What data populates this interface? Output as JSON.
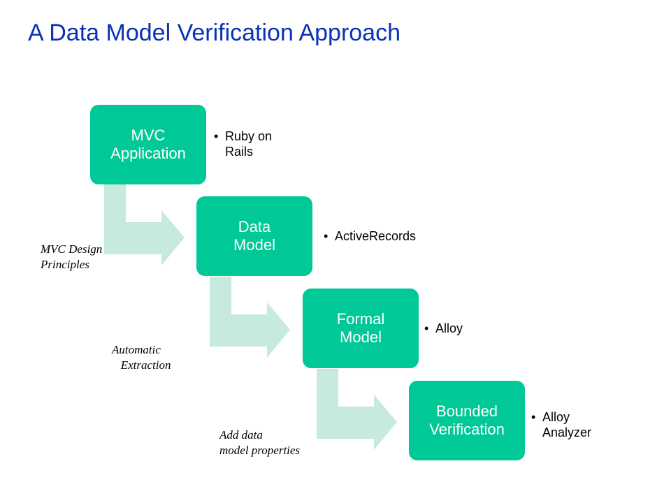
{
  "title": "A Data Model Verification Approach",
  "steps": [
    {
      "label": "MVC Application",
      "bullet": "Ruby on Rails"
    },
    {
      "label": "Data Model",
      "bullet": "ActiveRecords"
    },
    {
      "label": "Formal Model",
      "bullet": "Alloy"
    },
    {
      "label": "Bounded Verification",
      "bullet": "Alloy Analyzer"
    }
  ],
  "notes": [
    "MVC Design\nPrinciples",
    "Automatic\n   Extraction",
    "Add data\nmodel properties"
  ],
  "colors": {
    "title": "#0a31b8",
    "box": "#00c896",
    "arrow": "#c6eadb"
  }
}
